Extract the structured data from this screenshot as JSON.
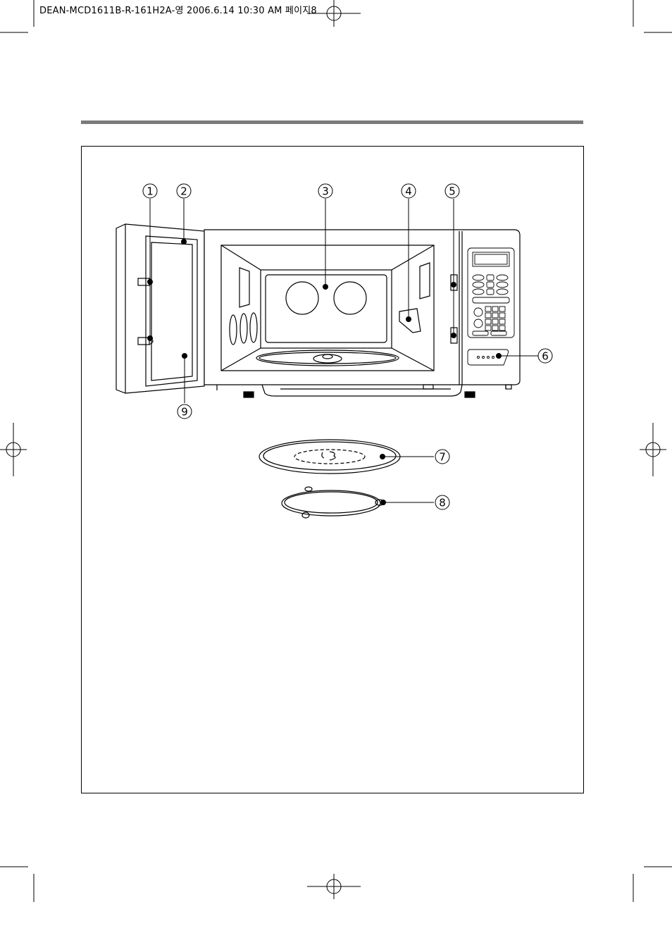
{
  "header": {
    "slug": "DEAN-MCD1611B-R-161H2A-영  2006.6.14 10:30 AM 페이지8"
  },
  "diagram": {
    "callouts": [
      {
        "id": "1",
        "label": "1"
      },
      {
        "id": "2",
        "label": "2"
      },
      {
        "id": "3",
        "label": "3"
      },
      {
        "id": "4",
        "label": "4"
      },
      {
        "id": "5",
        "label": "5"
      },
      {
        "id": "6",
        "label": "6"
      },
      {
        "id": "7",
        "label": "7"
      },
      {
        "id": "8",
        "label": "8"
      },
      {
        "id": "9",
        "label": "9"
      }
    ]
  },
  "colors": {
    "rule": "#7a7a7a",
    "line": "#000000"
  }
}
